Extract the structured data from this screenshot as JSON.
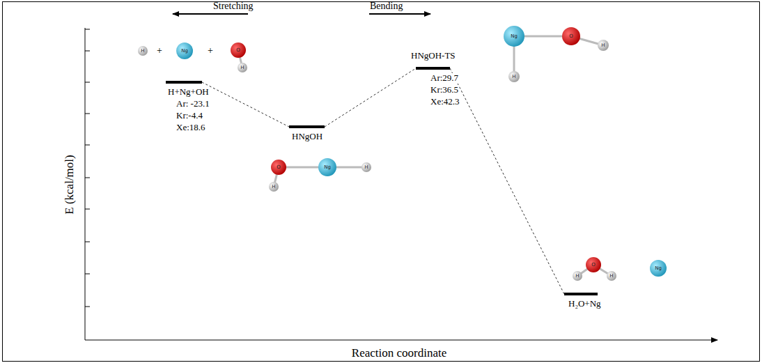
{
  "diagram": {
    "nodes": [
      {
        "text": [
          "H+Ng+OH",
          "Ar: -23.1",
          "Kr:-4.4",
          "Xe:18.6"
        ]
      },
      {
        "text": [
          "HNgOH"
        ]
      },
      {
        "text": [
          "HNgOH-TS",
          "Ar:29.7",
          "Kr:36.5",
          "Xe:42.3"
        ]
      },
      {
        "text": [
          "H₂O+Ng"
        ]
      }
    ],
    "edges": [
      {
        "from": 0,
        "to": 1,
        "arrow": "none"
      },
      {
        "from": 1,
        "to": 2,
        "arrow": "none"
      },
      {
        "from": 2,
        "to": 3,
        "arrow": "none"
      }
    ],
    "labels": [
      "Stretching",
      "Bending",
      "E (kcal/mol)",
      "Reaction coordinate",
      "H",
      "+",
      "Ng",
      "+",
      "O",
      "H",
      "O",
      "H",
      "Ng",
      "H",
      "Ng",
      "O",
      "H",
      "H",
      "H",
      "O",
      "H",
      "Ng"
    ]
  }
}
